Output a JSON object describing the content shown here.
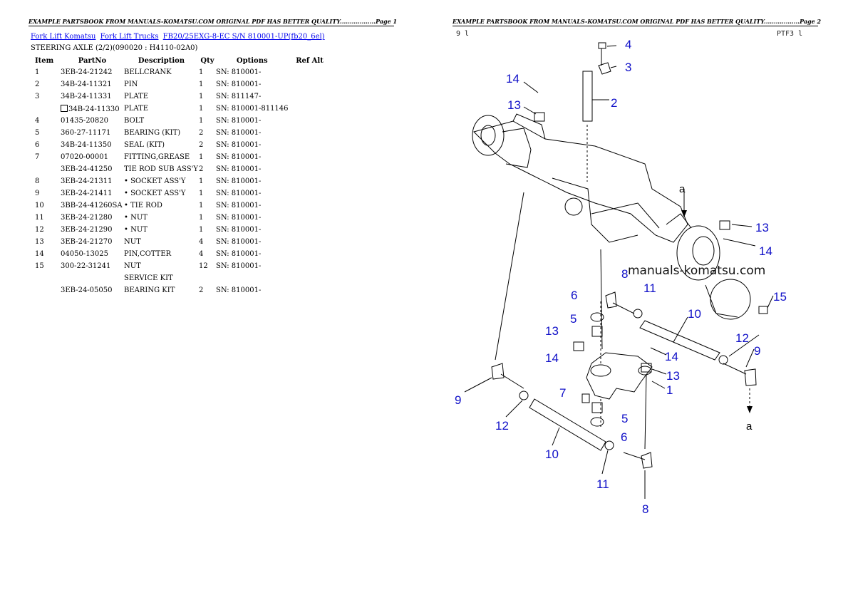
{
  "page1": {
    "header": "EXAMPLE PARTSBOOK FROM MANUALS-KOMATSU.COM ORIGINAL PDF HAS BETTER QUALITY..................Page 1",
    "breadcrumbs": [
      "Fork Lift Komatsu",
      "Fork Lift Trucks",
      "FB20/25EXG-8-EC S/N 810001-UP(fb20_6el)"
    ],
    "subtitle": "STEERING AXLE (2/2)(090020 : H4110-02A0)",
    "columns": [
      "Item",
      "PartNo",
      "Description",
      "Qty",
      "Options",
      "Ref Alt"
    ],
    "rows": [
      {
        "item": "1",
        "part": "3EB-24-21242",
        "desc": "BELLCRANK",
        "qty": "1",
        "opt": "SN: 810001-",
        "ref": ""
      },
      {
        "item": "2",
        "part": "34B-24-11321",
        "desc": "PIN",
        "qty": "1",
        "opt": "SN: 810001-",
        "ref": ""
      },
      {
        "item": "3",
        "part": "34B-24-11331",
        "desc": "PLATE",
        "qty": "1",
        "opt": "SN: 811147-",
        "ref": ""
      },
      {
        "item": "",
        "part": "34B-24-11330",
        "desc": "PLATE",
        "qty": "1",
        "opt": "SN: 810001-811146",
        "ref": "",
        "box": true
      },
      {
        "item": "4",
        "part": "01435-20820",
        "desc": "BOLT",
        "qty": "1",
        "opt": "SN: 810001-",
        "ref": ""
      },
      {
        "item": "5",
        "part": "360-27-11171",
        "desc": "BEARING (KIT)",
        "qty": "2",
        "opt": "SN: 810001-",
        "ref": ""
      },
      {
        "item": "6",
        "part": "34B-24-11350",
        "desc": "SEAL (KIT)",
        "qty": "2",
        "opt": "SN: 810001-",
        "ref": ""
      },
      {
        "item": "7",
        "part": "07020-00001",
        "desc": "FITTING,GREASE",
        "qty": "1",
        "opt": "SN: 810001-",
        "ref": ""
      },
      {
        "item": "",
        "part": "3EB-24-41250",
        "desc": "TIE ROD SUB ASS'Y",
        "qty": "2",
        "opt": "SN: 810001-",
        "ref": ""
      },
      {
        "item": "8",
        "part": "3EB-24-21311",
        "desc": "• SOCKET ASS'Y",
        "qty": "1",
        "opt": "SN: 810001-",
        "ref": ""
      },
      {
        "item": "9",
        "part": "3EB-24-21411",
        "desc": "• SOCKET ASS'Y",
        "qty": "1",
        "opt": "SN: 810001-",
        "ref": ""
      },
      {
        "item": "10",
        "part": "3BB-24-41260SA",
        "desc": "• TIE ROD",
        "qty": "1",
        "opt": "SN: 810001-",
        "ref": ""
      },
      {
        "item": "11",
        "part": "3EB-24-21280",
        "desc": "• NUT",
        "qty": "1",
        "opt": "SN: 810001-",
        "ref": ""
      },
      {
        "item": "12",
        "part": "3EB-24-21290",
        "desc": "• NUT",
        "qty": "1",
        "opt": "SN: 810001-",
        "ref": ""
      },
      {
        "item": "13",
        "part": "3EB-24-21270",
        "desc": "NUT",
        "qty": "4",
        "opt": "SN: 810001-",
        "ref": ""
      },
      {
        "item": "14",
        "part": "04050-13025",
        "desc": "PIN,COTTER",
        "qty": "4",
        "opt": "SN: 810001-",
        "ref": ""
      },
      {
        "item": "15",
        "part": "300-22-31241",
        "desc": "NUT",
        "qty": "12",
        "opt": "SN: 810001-",
        "ref": ""
      },
      {
        "item": "",
        "part": "",
        "desc": "SERVICE KIT",
        "qty": "",
        "opt": "",
        "ref": ""
      },
      {
        "item": "",
        "part": "3EB-24-05050",
        "desc": "BEARING KIT",
        "qty": "2",
        "opt": "SN: 810001-",
        "ref": ""
      }
    ]
  },
  "page2": {
    "header": "EXAMPLE PARTSBOOK FROM MANUALS-KOMATSU.COM ORIGINAL PDF HAS BETTER QUALITY..................Page 2",
    "corner_left": "9 l",
    "corner_right": "PTF3 l",
    "watermark": "manuals-komatsu.com",
    "callouts": [
      "4",
      "3",
      "14",
      "13",
      "2",
      "a",
      "13",
      "14",
      "8",
      "11",
      "6",
      "15",
      "10",
      "5",
      "13",
      "12",
      "9",
      "14",
      "13",
      "1",
      "7",
      "9",
      "5",
      "12",
      "6",
      "a",
      "10",
      "11",
      "8"
    ],
    "callout_color": "#1010c8"
  }
}
